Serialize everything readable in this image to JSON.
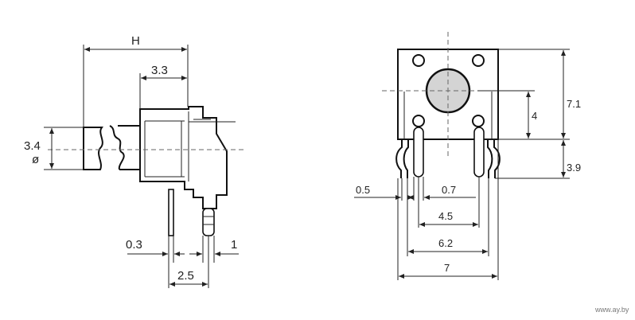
{
  "side_view": {
    "dim_h": "H",
    "dim_3_3": "3.3",
    "dim_3_4": "3.4",
    "dim_phi": "ø",
    "dim_0_3": "0.3",
    "dim_2_5": "2.5",
    "dim_1": "1"
  },
  "front_view": {
    "dim_7_1": "7.1",
    "dim_4": "4",
    "dim_3_9": "3.9",
    "dim_0_5": "0.5",
    "dim_0_7": "0.7",
    "dim_4_5": "4.5",
    "dim_6_2": "6.2",
    "dim_7": "7"
  },
  "watermark": "www.ay.by",
  "colors": {
    "line": "#111111",
    "button": "#d4d4d4",
    "dash": "#666666"
  }
}
